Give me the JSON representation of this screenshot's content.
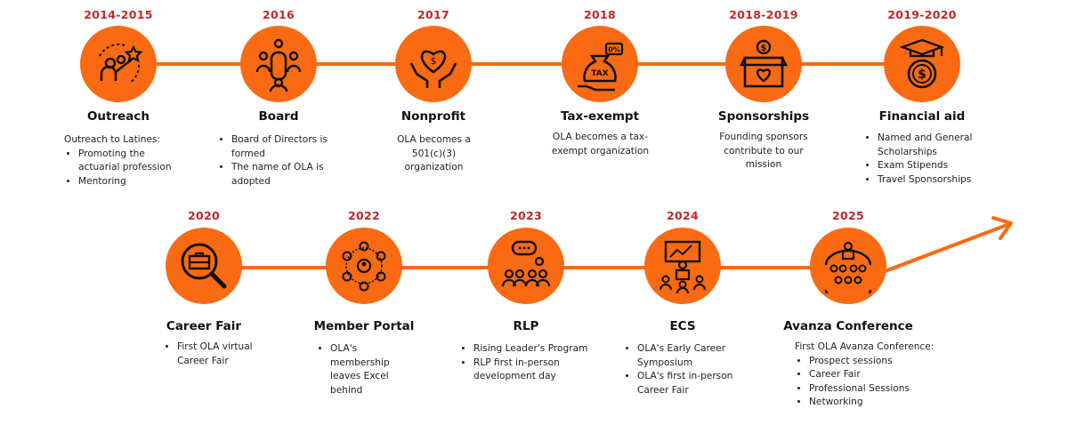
{
  "colors": {
    "accent": "#f96a12",
    "year": "#c0282a",
    "text": "#222222"
  },
  "milestones": [
    {
      "year": "2014-2015",
      "title": "Outreach",
      "icon": "reach-star-icon",
      "intro": "Outreach to Latines:",
      "bullets": [
        "Promoting the actuarial profession",
        "Mentoring"
      ]
    },
    {
      "year": "2016",
      "title": "Board",
      "icon": "board-meeting-icon",
      "bullets": [
        "Board of Directors is formed",
        "The name of OLA is adopted"
      ]
    },
    {
      "year": "2017",
      "title": "Nonprofit",
      "icon": "heart-hands-icon",
      "text": "OLA becomes a 501(c)(3) organization"
    },
    {
      "year": "2018",
      "title": "Tax-exempt",
      "icon": "tax-bag-icon",
      "text": "OLA becomes a tax-exempt organization"
    },
    {
      "year": "2018-2019",
      "title": "Sponsorships",
      "icon": "donation-box-icon",
      "text": "Founding sponsors contribute to our mission"
    },
    {
      "year": "2019-2020",
      "title": "Financial aid",
      "icon": "graduation-coin-icon",
      "bullets": [
        "Named and General Scholarships",
        "Exam Stipends",
        "Travel Sponsorships"
      ]
    },
    {
      "year": "2020",
      "title": "Career Fair",
      "icon": "briefcase-search-icon",
      "bullets": [
        "First OLA virtual Career Fair"
      ]
    },
    {
      "year": "2022",
      "title": "Member Portal",
      "icon": "network-people-icon",
      "bullets": [
        "OLA's membership leaves Excel behind"
      ]
    },
    {
      "year": "2023",
      "title": "RLP",
      "icon": "group-chat-icon",
      "bullets": [
        "Rising Leader's Program",
        "RLP first in-person development day"
      ]
    },
    {
      "year": "2024",
      "title": "ECS",
      "icon": "presenter-icon",
      "bullets": [
        "OLA's Early Career Symposium",
        "OLA's first in-person Career Fair"
      ]
    },
    {
      "year": "2025",
      "title": "Avanza Conference",
      "icon": "conference-crowd-icon",
      "intro": "First OLA Avanza Conference:",
      "bullets": [
        "Prospect sessions",
        "Career Fair",
        "Professional Sessions",
        "Networking"
      ]
    }
  ]
}
